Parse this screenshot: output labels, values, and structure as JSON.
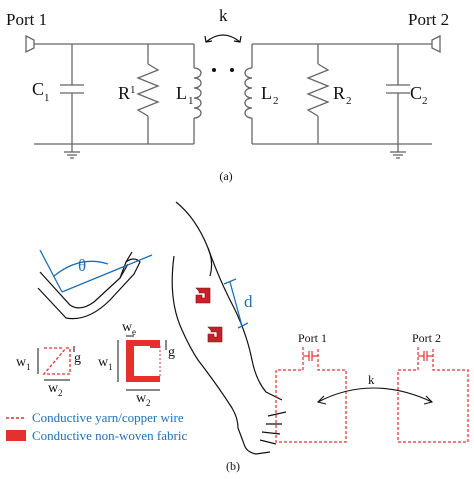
{
  "panel_a": {
    "port1": "Port 1",
    "port2": "Port 2",
    "coupling": "k",
    "c1_main": "C",
    "c1_sub": "1",
    "r1_main": "R",
    "r1_sub": "1",
    "l1_main": "L",
    "l1_sub": "1",
    "l2_main": "L",
    "l2_sub": "2",
    "r2_main": "R",
    "r2_sub": "2",
    "c2_main": "C",
    "c2_sub": "2",
    "caption": "(a)"
  },
  "panel_b": {
    "theta": "θ",
    "distance": "d",
    "w1_main": "w",
    "w1_sub": "1",
    "w2_main": "w",
    "w2_sub": "2",
    "g": "g",
    "we_main": "w",
    "we_sub": "e",
    "w1b_main": "w",
    "w1b_sub": "1",
    "w2b_main": "w",
    "w2b_sub": "2",
    "gb": "g",
    "legend_wire": "Conductive yarn/copper wire",
    "legend_fabric": "Conductive non-woven fabric",
    "port1": "Port 1",
    "port2": "Port 2",
    "coupling": "k",
    "caption": "(b)"
  },
  "colors": {
    "wire": "#666666",
    "accent_red": "#e53030",
    "accent_blue": "#1f6fb5",
    "ink": "#111111"
  }
}
